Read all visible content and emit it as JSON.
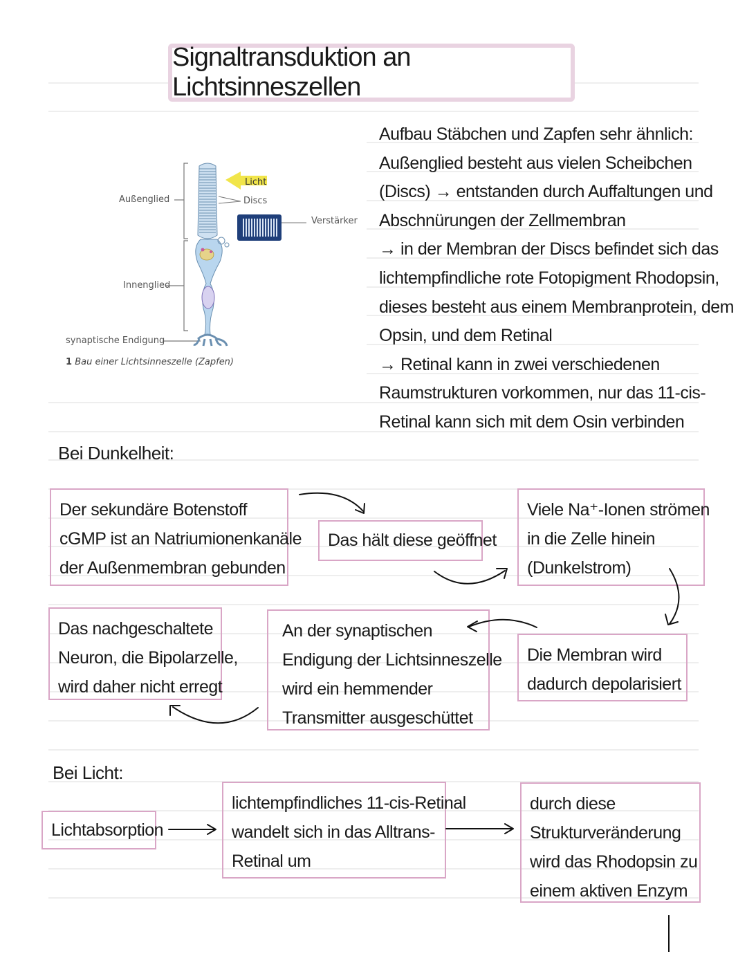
{
  "title": "Signaltransduktion an Lichtsinneszellen",
  "figure": {
    "labels": {
      "outer_segment": "Außenglied",
      "inner_segment": "Innenglied",
      "synaptic_ending": "synaptische Endigung",
      "light": "Licht",
      "discs": "Discs",
      "amplifier": "Verstärker"
    },
    "caption_number": "1",
    "caption_text": "Bau einer Lichtsinneszelle (Zapfen)"
  },
  "intro_lines": [
    "Aufbau Stäbchen und Zapfen sehr ähnlich:",
    "Außenglied besteht aus vielen Scheibchen",
    "(Discs) → entstanden durch Auffaltungen und",
    "Abschnürungen der Zellmembran",
    "→ in der Membran der Discs befindet sich das",
    "lichtempfindliche rote Fotopigment Rhodopsin,",
    "dieses besteht aus einem Membranprotein, dem",
    "Opsin, und dem Retinal",
    "→ Retinal kann in zwei verschiedenen",
    "Raumstrukturen vorkommen, nur das 11-cis-",
    "Retinal kann sich mit dem Osin verbinden"
  ],
  "dark": {
    "heading": "Bei Dunkelheit:",
    "box1": [
      "Der sekundäre Botenstoff",
      "cGMP ist an Natriumionenkanäle",
      "der Außenmembran gebunden"
    ],
    "box2": [
      "Das hält diese geöffnet"
    ],
    "box3": [
      "Viele Na⁺-Ionen strömen",
      "in die Zelle hinein",
      "(Dunkelstrom)"
    ],
    "box4": [
      "Die Membran wird",
      "dadurch depolarisiert"
    ],
    "box5": [
      "An der synaptischen",
      "Endigung der Lichtsinneszelle",
      "wird ein hemmender",
      "Transmitter ausgeschüttet"
    ],
    "box6": [
      "Das nachgeschaltete",
      "Neuron, die Bipolarzelle,",
      "wird daher nicht erregt"
    ]
  },
  "light": {
    "heading": "Bei Licht:",
    "box1": [
      "Lichtabsorption"
    ],
    "box2": [
      "lichtempfindliches 11-cis-Retinal",
      "wandelt sich in das Alltrans-",
      "Retinal um"
    ],
    "box3": [
      "durch diese",
      "Strukturveränderung",
      "wird das Rhodopsin zu",
      "einem aktiven Enzym"
    ]
  },
  "colors": {
    "box_border": "#d9a6c6",
    "title_border": "#e9d3e1",
    "rule": "#e3e3e3",
    "light_arrow": "#f1e54a",
    "cell_fill": "#b9d6ee",
    "amplifier": "#1f3f7a"
  }
}
